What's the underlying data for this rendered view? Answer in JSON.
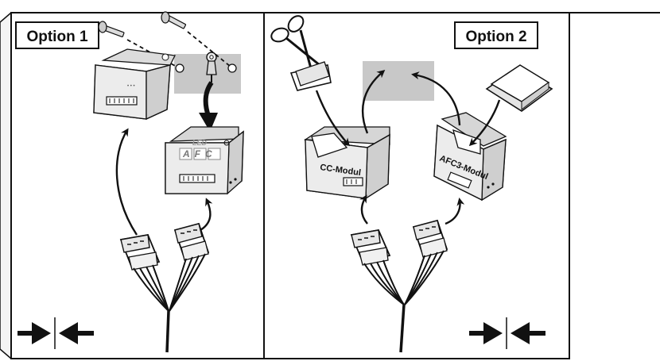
{
  "panels": {
    "left": {
      "option_label": "Option 1",
      "led_text": "LED",
      "afc_text": "AFC"
    },
    "right": {
      "option_label": "Option 2",
      "module_cc": "CC-Modul",
      "module_afc3": "AFC3-Modul"
    }
  },
  "icons": [
    "screw-icon",
    "scissors-icon",
    "adhesive-pad-icon",
    "ring-terminal-icon",
    "connector-plug-icon",
    "wire-bundle-icon",
    "plug-together-icon"
  ],
  "colors": {
    "line": "#111111",
    "mount_area": "#c8c8c8",
    "module_body": "#dcdcdc",
    "module_face": "#ececec"
  }
}
